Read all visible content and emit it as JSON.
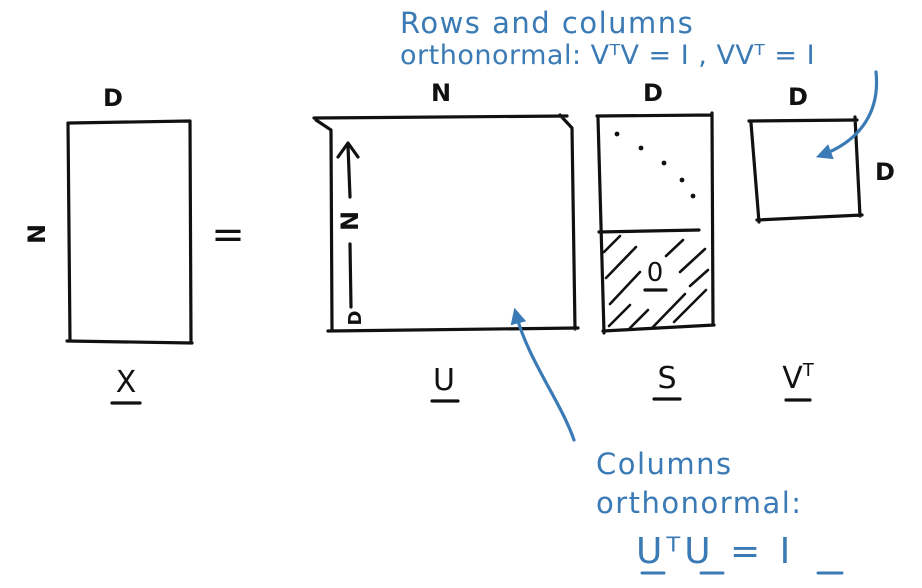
{
  "colors": {
    "ink": "#111111",
    "annotation": "#3a7ab5"
  },
  "matrices": {
    "x": {
      "label": "X",
      "rows_label": "N",
      "cols_label": "D"
    },
    "equals": "=",
    "u": {
      "label": "U",
      "top_label": "N",
      "side_label": "N"
    },
    "s": {
      "label": "S",
      "top_label": "D",
      "zero_label": "0"
    },
    "vt": {
      "label": "V",
      "superscript": "T",
      "top_label": "D",
      "side_label": "D"
    }
  },
  "annotations": {
    "top": {
      "line1": "Rows and columns",
      "line2": "orthonormal: VᵀV = I , VVᵀ = I"
    },
    "bottom": {
      "line1": "Columns",
      "line2": "orthonormal:",
      "line3": "UᵀU = I"
    }
  }
}
